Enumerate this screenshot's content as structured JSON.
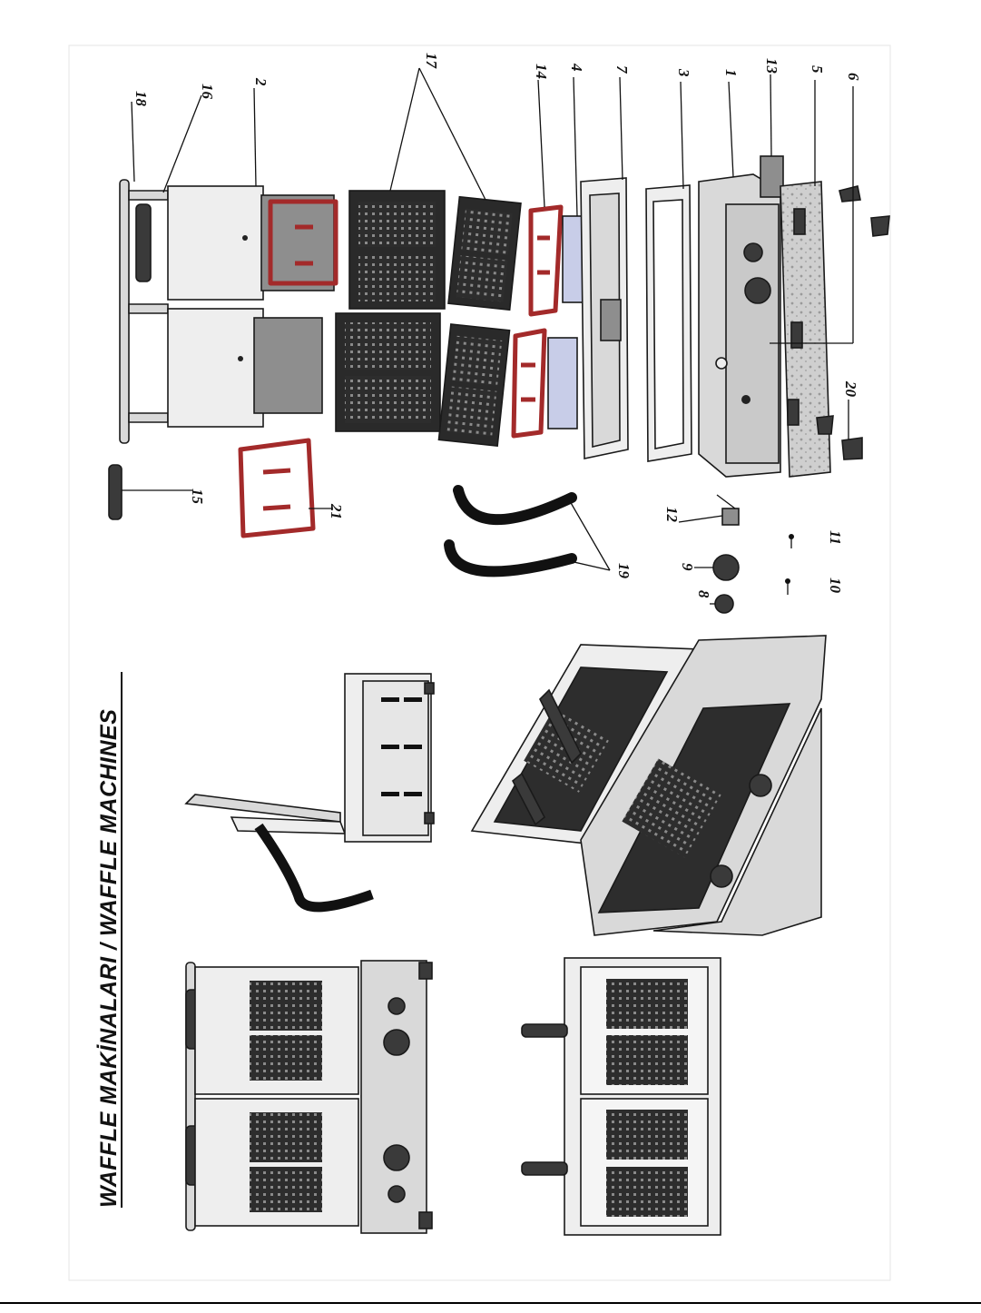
{
  "title": "WAFFLE MAKİNALARI / WAFFLE MACHINES",
  "part_numbers": {
    "p1": "1",
    "p2": "2",
    "p3": "3",
    "p4": "4",
    "p5": "5",
    "p6": "6",
    "p7": "7",
    "p8": "8",
    "p9": "9",
    "p10": "10",
    "p11": "11",
    "p12": "12",
    "p13": "13",
    "p14": "14",
    "p15": "15",
    "p16": "16",
    "p17": "17",
    "p18": "18",
    "p19": "19",
    "p20": "20",
    "p21": "21"
  },
  "colors": {
    "heater": "#a32a2a",
    "plate": "#3a3a3a",
    "steel": "#d9d9d9",
    "gasket": "#c8cde8"
  }
}
